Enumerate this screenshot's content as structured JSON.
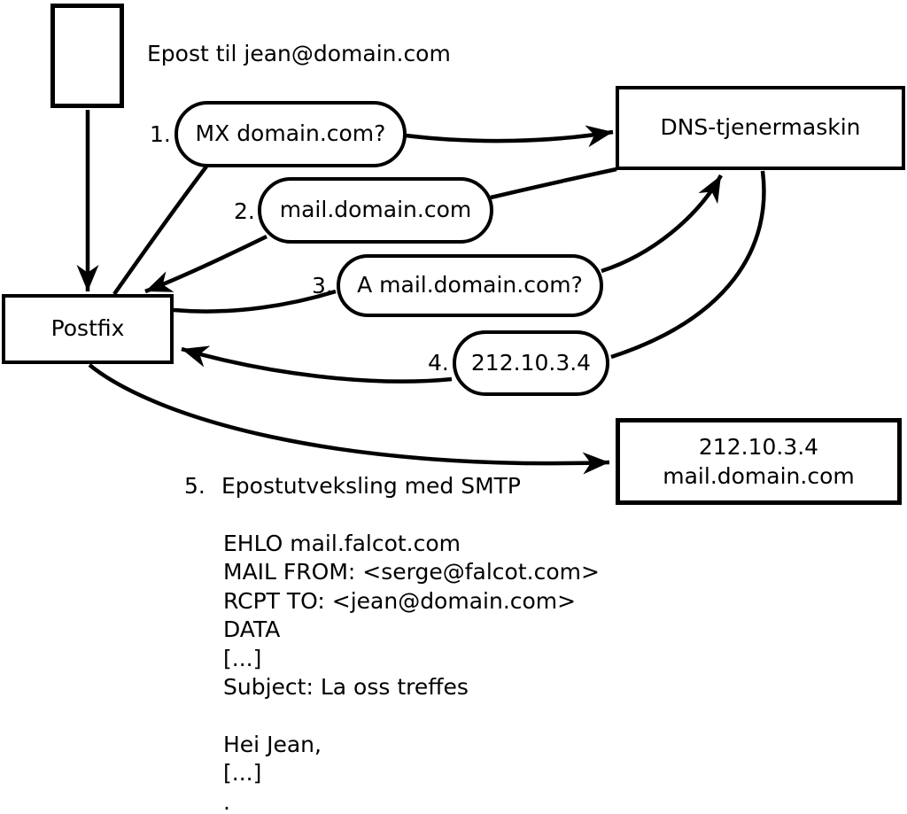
{
  "diagram": {
    "title_note": "Epost til jean@domain.com",
    "nodes": {
      "envelope": "",
      "postfix": "Postfix",
      "dns_server": "DNS-tjenermaskin",
      "target_line1": "212.10.3.4",
      "target_line2": "mail.domain.com"
    },
    "steps": [
      {
        "num": "1.",
        "label": "MX domain.com?"
      },
      {
        "num": "2.",
        "label": "mail.domain.com"
      },
      {
        "num": "3.",
        "label": "A mail.domain.com?"
      },
      {
        "num": "4.",
        "label": "212.10.3.4"
      },
      {
        "num": "5.",
        "label": "Epostutveksling med SMTP"
      }
    ],
    "smtp_lines": [
      "EHLO mail.falcot.com",
      "MAIL FROM: <serge@falcot.com>",
      "RCPT TO: <jean@domain.com>",
      "DATA",
      "[...]",
      "Subject: La oss treffes",
      "",
      "Hei Jean,",
      "[...]",
      "."
    ],
    "colors": {
      "ink": "#000000",
      "background": "#ffffff"
    }
  }
}
